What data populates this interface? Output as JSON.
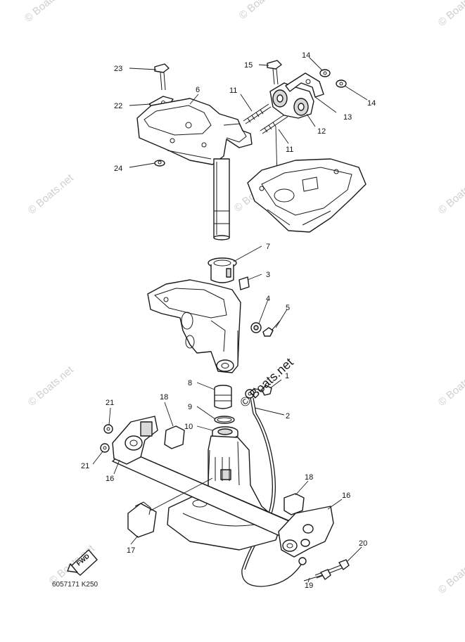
{
  "diagram": {
    "watermarks": [
      "© Boats.net",
      "© Boats.net",
      "© Boats.net",
      "© Boats.net",
      "© Boats.net",
      "© Boats.net",
      "© Boats.net",
      "© Boats.net",
      "© Boats.net",
      "© Boats.net"
    ],
    "center_watermark": "© Boats.net",
    "fwd_label": "FWD",
    "drawing_code": "6057171 K250",
    "callouts": [
      "23",
      "22",
      "24",
      "6",
      "11",
      "11",
      "15",
      "14",
      "14",
      "13",
      "12",
      "7",
      "3",
      "4",
      "5",
      "1",
      "2",
      "8",
      "9",
      "10",
      "18",
      "21",
      "21",
      "16",
      "18",
      "16",
      "17",
      "20",
      "19"
    ]
  }
}
